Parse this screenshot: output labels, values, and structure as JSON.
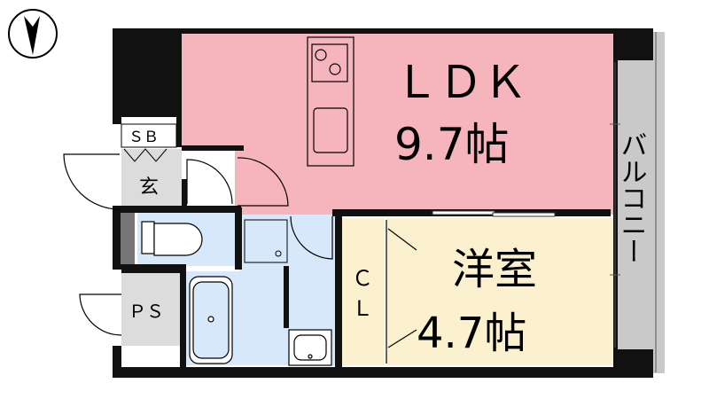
{
  "floorplan": {
    "ldk": {
      "label": "ＬＤＫ",
      "size": "9.7帖"
    },
    "bedroom": {
      "label": "洋室",
      "size": "4.7帖"
    },
    "balcony": {
      "label": "バルコニー"
    },
    "closet": {
      "line1": "Ｃ",
      "line2": "Ｌ"
    },
    "shoe_box": {
      "label": "ＳＢ"
    },
    "entrance": {
      "label": "玄"
    },
    "pipe_space": {
      "label": "ＰＳ"
    }
  },
  "colors": {
    "ldk": "#f6b4bc",
    "bedroom": "#fbf1cf",
    "wet_area": "#d8e8fb",
    "balcony": "#c9c9c9",
    "entrance": "#dcdcdc",
    "wall": "#111111"
  }
}
